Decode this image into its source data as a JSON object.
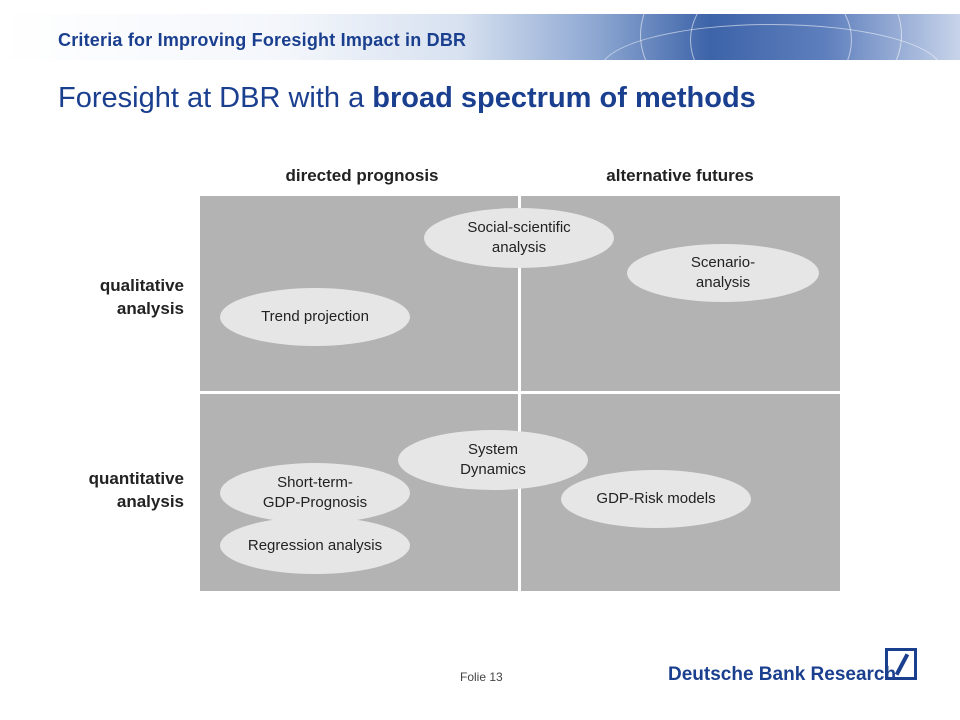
{
  "header": {
    "banner_title": "Criteria for Improving Foresight Impact in DBR",
    "title_plain": "Foresight at DBR with a ",
    "title_bold": "broad spectrum of methods"
  },
  "matrix": {
    "columns": [
      "directed prognosis",
      "alternative futures"
    ],
    "rows": [
      {
        "line1": "qualitative",
        "line2": "analysis"
      },
      {
        "line1": "quantitative",
        "line2": "analysis"
      }
    ],
    "methods": {
      "social_scientific": [
        "Social-scientific",
        "analysis"
      ],
      "scenario": [
        "Scenario-",
        "analysis"
      ],
      "trend_projection": [
        "Trend projection"
      ],
      "system_dynamics": [
        "System",
        "Dynamics"
      ],
      "short_term": [
        "Short-term-",
        "GDP-Prognosis"
      ],
      "gdp_risk": [
        "GDP-Risk models"
      ],
      "regression": [
        "Regression analysis"
      ]
    }
  },
  "footer": {
    "slide_number": "Folie 13",
    "logo_text": "Deutsche Bank Research",
    "logo_icon": "deutsche-bank-slash-square-icon"
  },
  "colors": {
    "brand_blue": "#1b3f8f",
    "quadrant_gray": "#b3b3b3",
    "ellipse_fill": "#e6e6e6"
  }
}
